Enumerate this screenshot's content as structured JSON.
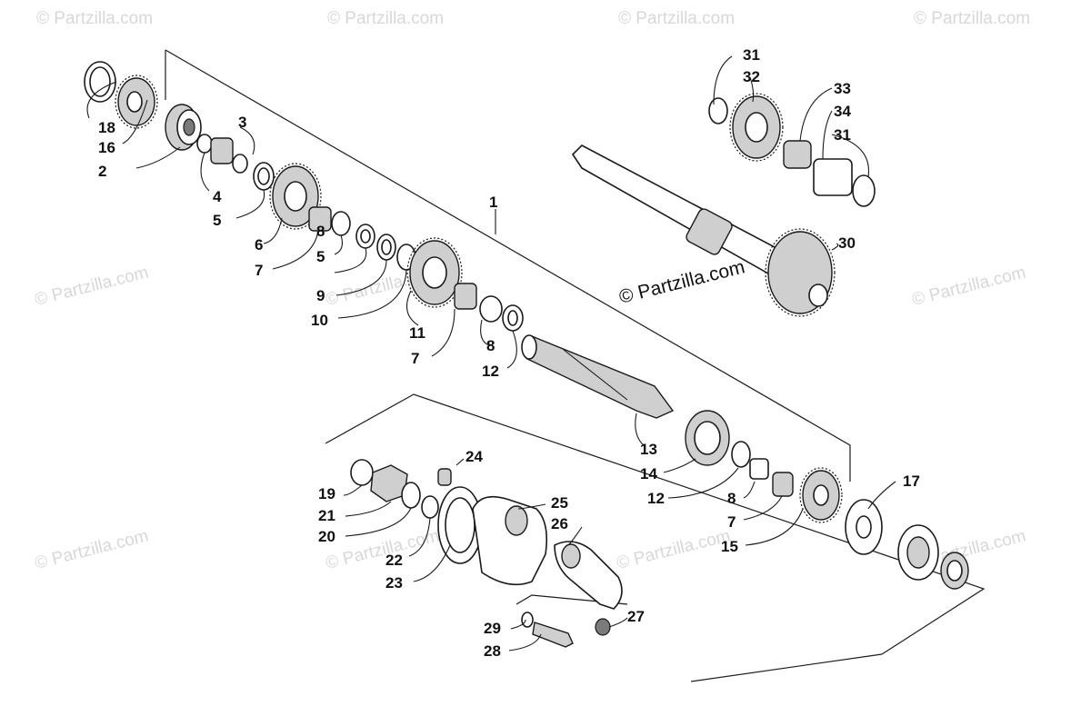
{
  "watermark": "© Partzilla.com",
  "callouts": [
    {
      "id": "c1",
      "text": "1"
    },
    {
      "id": "c2",
      "text": "2"
    },
    {
      "id": "c3",
      "text": "3"
    },
    {
      "id": "c4",
      "text": "4"
    },
    {
      "id": "c5a",
      "text": "5"
    },
    {
      "id": "c5b",
      "text": "5"
    },
    {
      "id": "c6",
      "text": "6"
    },
    {
      "id": "c7a",
      "text": "7"
    },
    {
      "id": "c7b",
      "text": "7"
    },
    {
      "id": "c7c",
      "text": "7"
    },
    {
      "id": "c8a",
      "text": "8"
    },
    {
      "id": "c8b",
      "text": "8"
    },
    {
      "id": "c8c",
      "text": "8"
    },
    {
      "id": "c9",
      "text": "9"
    },
    {
      "id": "c10",
      "text": "10"
    },
    {
      "id": "c11",
      "text": "11"
    },
    {
      "id": "c12a",
      "text": "12"
    },
    {
      "id": "c12b",
      "text": "12"
    },
    {
      "id": "c13",
      "text": "13"
    },
    {
      "id": "c14",
      "text": "14"
    },
    {
      "id": "c15",
      "text": "15"
    },
    {
      "id": "c16",
      "text": "16"
    },
    {
      "id": "c17",
      "text": "17"
    },
    {
      "id": "c18",
      "text": "18"
    },
    {
      "id": "c19",
      "text": "19"
    },
    {
      "id": "c20",
      "text": "20"
    },
    {
      "id": "c21",
      "text": "21"
    },
    {
      "id": "c22",
      "text": "22"
    },
    {
      "id": "c23",
      "text": "23"
    },
    {
      "id": "c24",
      "text": "24"
    },
    {
      "id": "c25",
      "text": "25"
    },
    {
      "id": "c26",
      "text": "26"
    },
    {
      "id": "c27",
      "text": "27"
    },
    {
      "id": "c28",
      "text": "28"
    },
    {
      "id": "c29",
      "text": "29"
    },
    {
      "id": "c30",
      "text": "30"
    },
    {
      "id": "c31a",
      "text": "31"
    },
    {
      "id": "c31b",
      "text": "31"
    },
    {
      "id": "c32",
      "text": "32"
    },
    {
      "id": "c33",
      "text": "33"
    },
    {
      "id": "c34",
      "text": "34"
    }
  ]
}
